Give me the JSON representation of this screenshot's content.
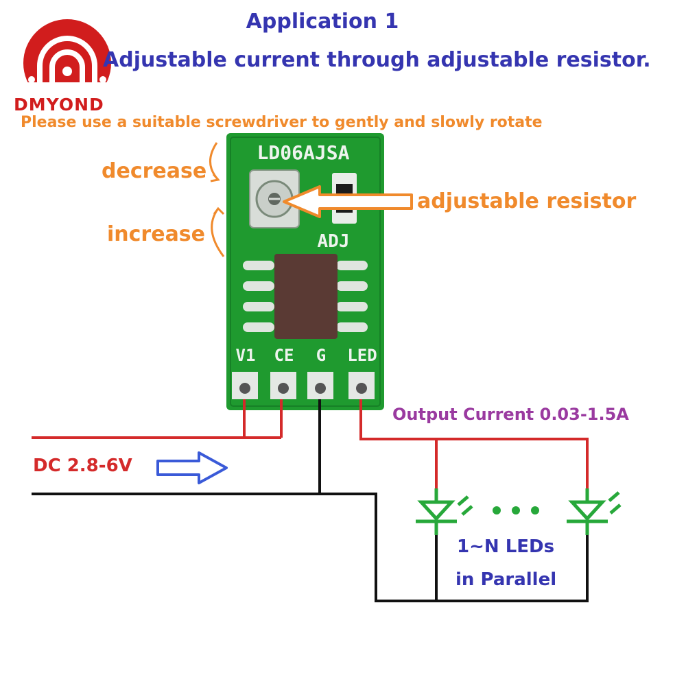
{
  "brand": {
    "name": "DMYOND",
    "color": "#d11d1d"
  },
  "title": {
    "heading": "Application 1",
    "subtitle": "Adjustable current through adjustable resistor."
  },
  "instruction": "Please use a suitable screwdriver to gently and slowly rotate",
  "labels": {
    "decrease": "decrease",
    "increase": "increase",
    "adjustable_resistor": "adjustable resistor",
    "output_current": "Output Current 0.03-1.5A",
    "dc_input": "DC 2.8-6V",
    "leds_line1": "1~N LEDs",
    "leds_line2": "in Parallel"
  },
  "board": {
    "model": "LD06AJSA",
    "adj": "ADJ",
    "pins": [
      "V1",
      "CE",
      "G",
      "LED"
    ],
    "color": "#1f9a2f"
  },
  "colors": {
    "title_blue": "#3535b0",
    "orange": "#f08a2c",
    "wire_red": "#d42a2a",
    "wire_black": "#111111",
    "led_green": "#27a83a",
    "purple": "#9a3aa0",
    "arrow_blue": "#3a5ad8"
  }
}
